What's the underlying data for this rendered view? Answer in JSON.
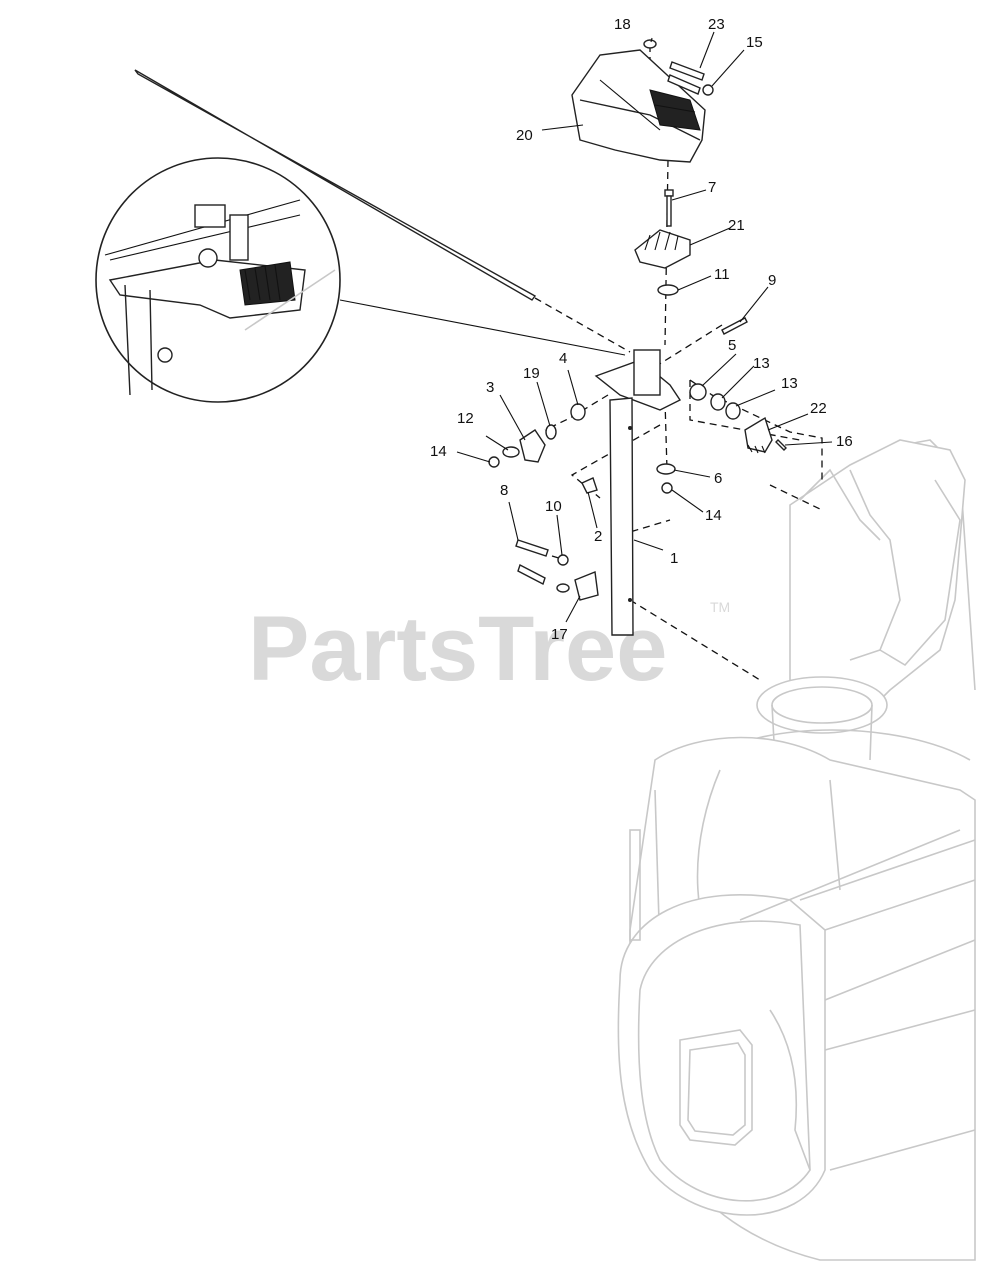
{
  "watermark": {
    "text": "PartsTree",
    "trademark": "TM"
  },
  "callouts": [
    {
      "id": "c18",
      "label": "18"
    },
    {
      "id": "c23",
      "label": "23"
    },
    {
      "id": "c15",
      "label": "15"
    },
    {
      "id": "c20",
      "label": "20"
    },
    {
      "id": "c7",
      "label": "7"
    },
    {
      "id": "c21",
      "label": "21"
    },
    {
      "id": "c11",
      "label": "11"
    },
    {
      "id": "c9",
      "label": "9"
    },
    {
      "id": "c4",
      "label": "4"
    },
    {
      "id": "c5",
      "label": "5"
    },
    {
      "id": "c13a",
      "label": "13"
    },
    {
      "id": "c13b",
      "label": "13"
    },
    {
      "id": "c3",
      "label": "3"
    },
    {
      "id": "c19",
      "label": "19"
    },
    {
      "id": "c22",
      "label": "22"
    },
    {
      "id": "c12",
      "label": "12"
    },
    {
      "id": "c16",
      "label": "16"
    },
    {
      "id": "c14a",
      "label": "14"
    },
    {
      "id": "c6",
      "label": "6"
    },
    {
      "id": "c14b",
      "label": "14"
    },
    {
      "id": "c8",
      "label": "8"
    },
    {
      "id": "c10",
      "label": "10"
    },
    {
      "id": "c2",
      "label": "2"
    },
    {
      "id": "c1",
      "label": "1"
    },
    {
      "id": "c17",
      "label": "17"
    }
  ]
}
